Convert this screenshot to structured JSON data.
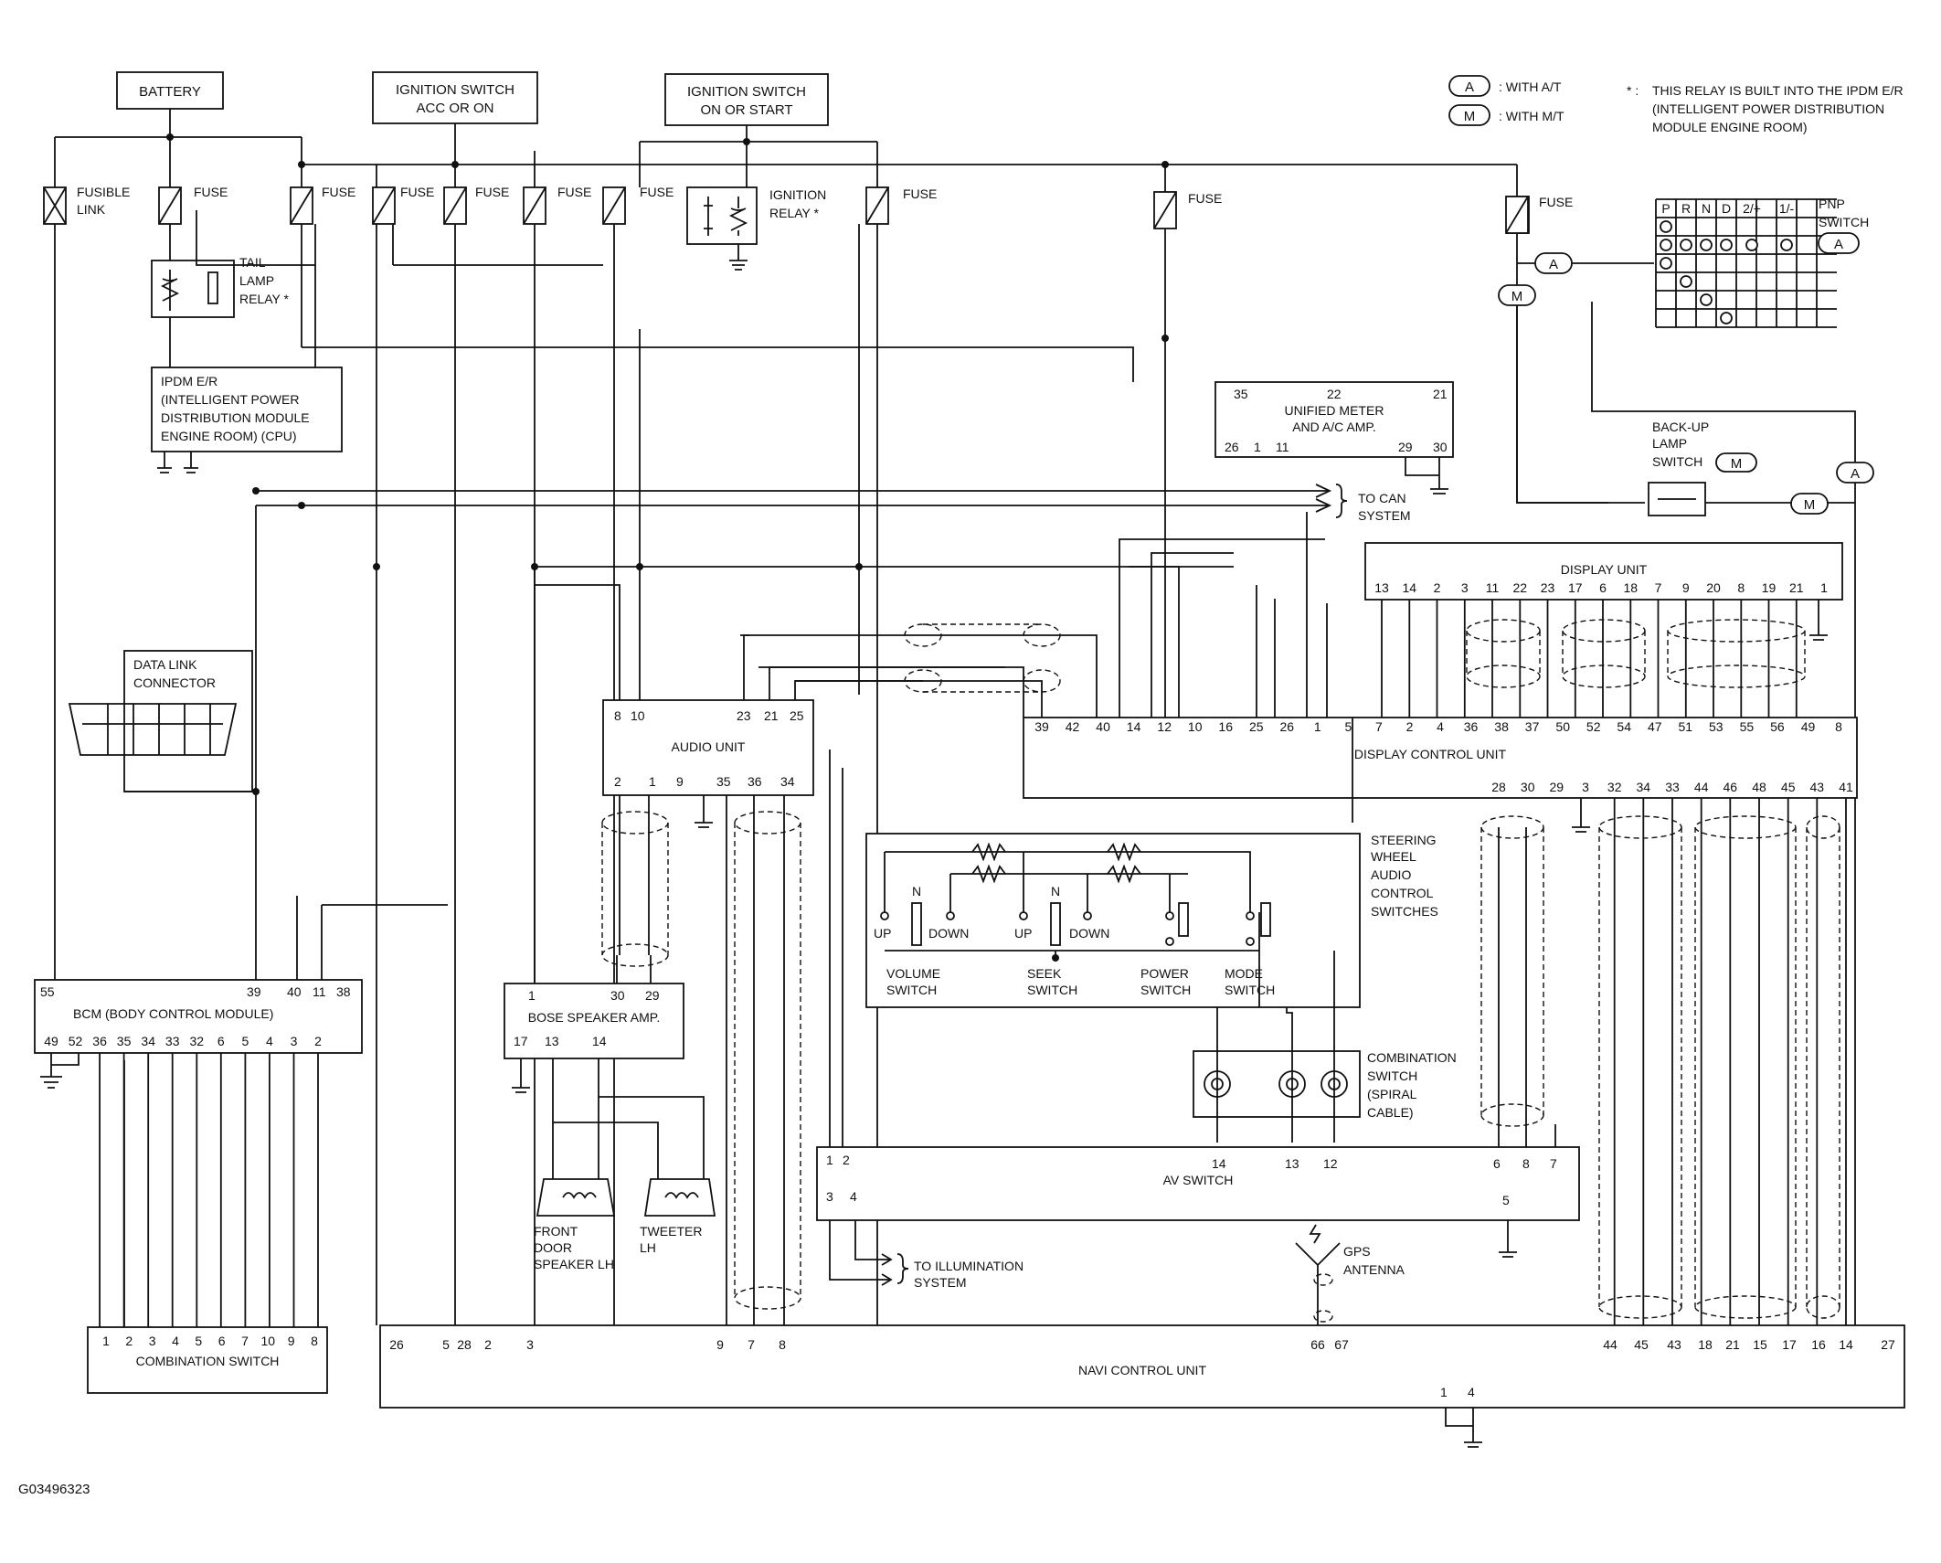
{
  "figure_id": "G03496323",
  "legend": {
    "at_code": "A",
    "at_text": ": WITH A/T",
    "mt_code": "M",
    "mt_text": ": WITH M/T",
    "note_mark": "* :",
    "note_lines": [
      "THIS RELAY IS BUILT INTO THE IPDM E/R",
      "(INTELLIGENT POWER DISTRIBUTION",
      "MODULE ENGINE ROOM)"
    ]
  },
  "power_sources": {
    "battery": "BATTERY",
    "ign_acc": [
      "IGNITION SWITCH",
      "ACC OR ON"
    ],
    "ign_start": [
      "IGNITION SWITCH",
      "ON OR START"
    ]
  },
  "fuses": {
    "fusible_link": [
      "FUSIBLE",
      "LINK"
    ],
    "fuse": "FUSE",
    "tail_relay": [
      "TAIL",
      "LAMP",
      "RELAY *"
    ],
    "ign_relay": [
      "IGNITION",
      "RELAY *"
    ]
  },
  "ipdm": [
    "IPDM E/R",
    "(INTELLIGENT POWER",
    "DISTRIBUTION MODULE",
    "ENGINE ROOM) (CPU)"
  ],
  "meter": {
    "title": [
      "UNIFIED METER",
      "AND A/C AMP."
    ],
    "pins_top": [
      "35",
      "22",
      "21"
    ],
    "pins_bottom": [
      "26",
      "1",
      "11",
      "29",
      "30"
    ]
  },
  "can": [
    "TO CAN",
    "SYSTEM"
  ],
  "pnp": {
    "title": [
      "PNP",
      "SWITCH"
    ],
    "cols": [
      "P",
      "R",
      "N",
      "D",
      "2/+",
      "1/-"
    ]
  },
  "backup": [
    "BACK-UP",
    "LAMP",
    "SWITCH"
  ],
  "dlc": [
    "DATA LINK",
    "CONNECTOR"
  ],
  "audio": {
    "title": "AUDIO UNIT",
    "pins_top": [
      "8",
      "10",
      "23",
      "21",
      "25"
    ],
    "pins_bottom": [
      "2",
      "1",
      "9",
      "35",
      "36",
      "34"
    ]
  },
  "display_unit": {
    "title": "DISPLAY UNIT",
    "pins": [
      "13",
      "14",
      "2",
      "3",
      "11",
      "22",
      "23",
      "17",
      "6",
      "18",
      "7",
      "9",
      "20",
      "8",
      "19",
      "21",
      "1"
    ]
  },
  "dcu": {
    "title": "DISPLAY CONTROL UNIT",
    "pins_top": [
      "39",
      "42",
      "40",
      "14",
      "12",
      "10",
      "16",
      "25",
      "26",
      "1",
      "5",
      "7",
      "2",
      "4",
      "36",
      "38",
      "37",
      "50",
      "52",
      "54",
      "47",
      "51",
      "53",
      "55",
      "56",
      "49",
      "8"
    ],
    "pins_bottom": [
      "28",
      "30",
      "29",
      "3",
      "32",
      "34",
      "33",
      "44",
      "46",
      "48",
      "45",
      "43",
      "41"
    ]
  },
  "steering": {
    "title": [
      "STEERING",
      "WHEEL",
      "AUDIO",
      "CONTROL",
      "SWITCHES"
    ],
    "labels": [
      "UP",
      "DOWN",
      "UP",
      "DOWN",
      "N",
      "N"
    ],
    "names": [
      [
        "VOLUME",
        "SWITCH"
      ],
      [
        "SEEK",
        "SWITCH"
      ],
      [
        "POWER",
        "SWITCH"
      ],
      [
        "MODE",
        "SWITCH"
      ]
    ]
  },
  "bcm": {
    "title": "BCM (BODY CONTROL MODULE)",
    "pins_top": [
      "55",
      "39",
      "40",
      "11",
      "38"
    ],
    "pins_bottom": [
      "49",
      "52",
      "36",
      "35",
      "34",
      "33",
      "32",
      "6",
      "5",
      "4",
      "3",
      "2"
    ]
  },
  "bose": {
    "title": "BOSE SPEAKER AMP.",
    "pins_top": [
      "1",
      "30",
      "29"
    ],
    "pins_bottom": [
      "17",
      "13",
      "14"
    ]
  },
  "speakers": {
    "front": [
      "FRONT",
      "DOOR",
      "SPEAKER LH"
    ],
    "tweeter": [
      "TWEETER",
      "LH"
    ]
  },
  "combo_spiral": [
    "COMBINATION",
    "SWITCH",
    "(SPIRAL",
    "CABLE)"
  ],
  "av": {
    "title": "AV SWITCH",
    "pins": [
      "1",
      "2",
      "3",
      "4",
      "14",
      "13",
      "12",
      "6",
      "8",
      "7",
      "5"
    ]
  },
  "illum": [
    "TO ILLUMINATION",
    "SYSTEM"
  ],
  "gps": [
    "GPS",
    "ANTENNA"
  ],
  "combo_switch": {
    "title": "COMBINATION SWITCH",
    "pins": [
      "1",
      "2",
      "3",
      "4",
      "5",
      "6",
      "7",
      "10",
      "9",
      "8"
    ]
  },
  "navi": {
    "title": "NAVI CONTROL UNIT",
    "pins_top": [
      "26",
      "5",
      "28",
      "2",
      "3",
      "9",
      "7",
      "8",
      "66",
      "67",
      "44",
      "45",
      "43",
      "18",
      "21",
      "15",
      "17",
      "16",
      "14",
      "27"
    ],
    "pins_bottom": [
      "1",
      "4"
    ]
  }
}
